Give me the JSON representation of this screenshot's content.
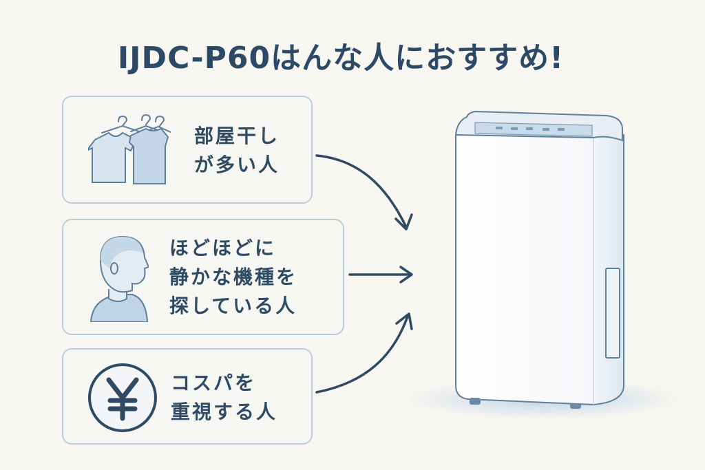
{
  "title": "IJDC-P60はんな人におすすめ!",
  "cards": [
    {
      "icon": "clothes-hanger-icon",
      "lines": [
        "部屋干し",
        "が多い人"
      ]
    },
    {
      "icon": "person-profile-icon",
      "lines": [
        "ほどほどに",
        "静かな機種を",
        "探している人"
      ]
    },
    {
      "icon": "yen-icon",
      "lines": [
        "コスパを",
        "重視する人"
      ]
    }
  ],
  "product": {
    "icon": "dehumidifier-icon"
  },
  "colors": {
    "accent": "#2c4a66",
    "border": "#b9cedd",
    "icon_fill": "#cfe0ee",
    "background": "#f8f6f1"
  }
}
